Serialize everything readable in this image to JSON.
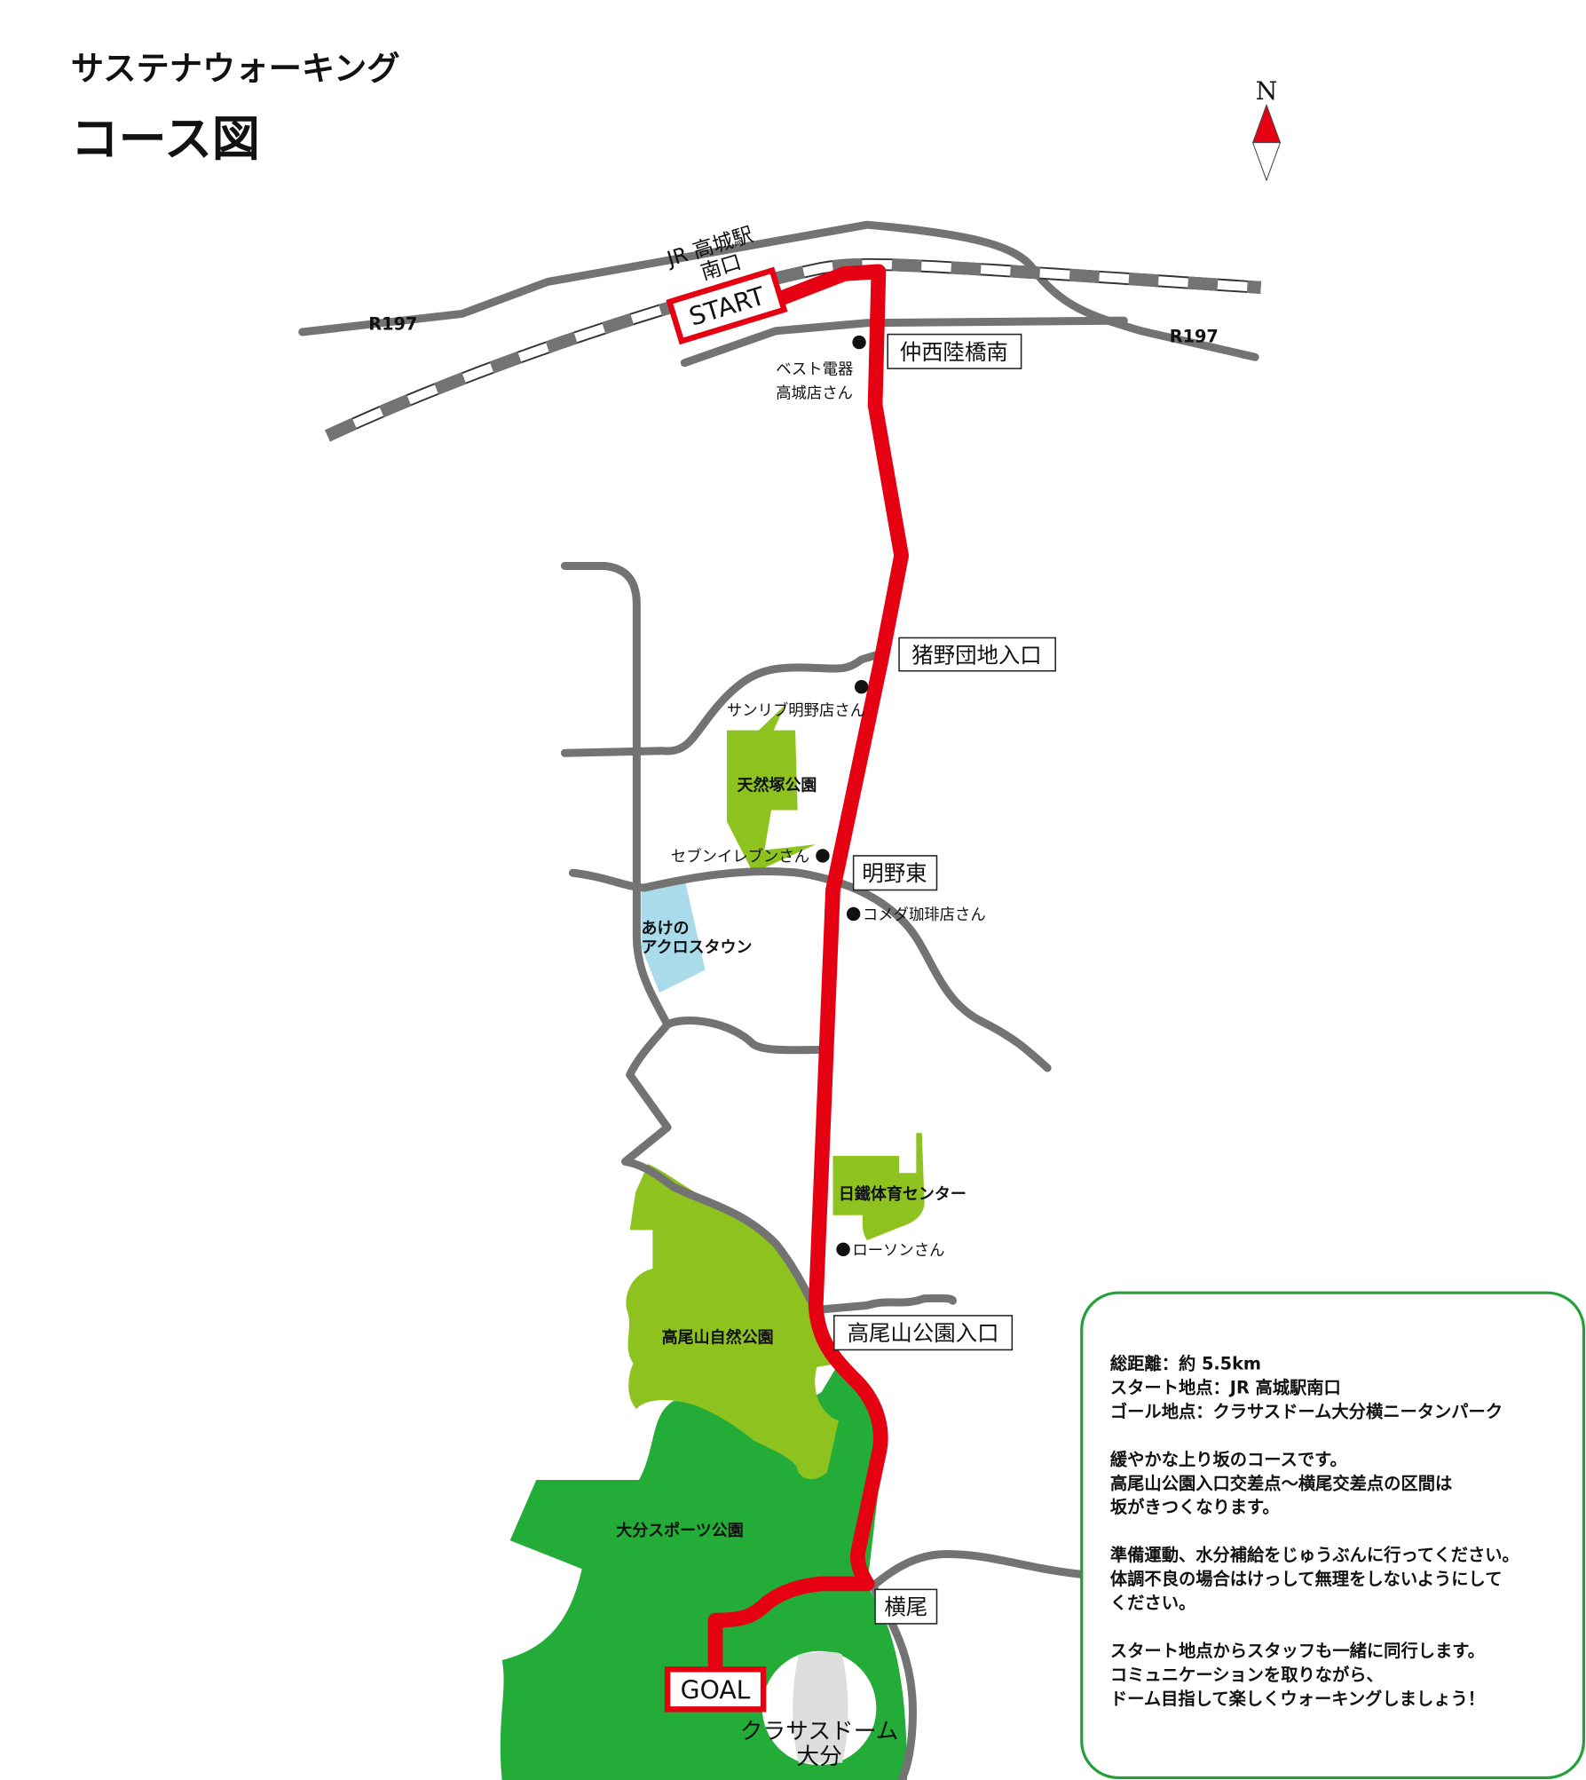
{
  "header": {
    "subtitle": "サステナウォーキング",
    "title": "コース図"
  },
  "compass": {
    "north": "N"
  },
  "colors": {
    "route": "#e50012",
    "road": "#737373",
    "park_light": "#8dc21f",
    "park_dark": "#23ac38",
    "town": "#a9dbeb",
    "info_border": "#23a03a"
  },
  "map": {
    "roads": {
      "r197_left": "R197",
      "r197_right": "R197"
    },
    "station": {
      "line1": "JR 高城駅",
      "line2": "南口"
    },
    "start": "START",
    "goal": "GOAL",
    "intersections": {
      "nakanishi": "仲西陸橋南",
      "inono": "猪野団地入口",
      "akenohigashi": "明野東",
      "takaoyama": "高尾山公園入口",
      "yokoo": "横尾"
    },
    "shops": {
      "best_line1": "ベスト電器",
      "best_line2": "高城店さん",
      "sunlive": "サンリブ明野店さん",
      "seven": "セブンイレブンさん",
      "komeda": "コメダ珈琲店さん",
      "lawson": "ローソンさん"
    },
    "areas": {
      "tenzenzuka": "天然塚公園",
      "acro_line1": "あけの",
      "acro_line2": "アクロスタウン",
      "nittetsu": "日鐵体育センター",
      "takaoyama_park": "高尾山自然公園",
      "sports_park": "大分スポーツ公園",
      "dome_line1": "クラサスドーム",
      "dome_line2": "大分"
    }
  },
  "info": {
    "lines": [
      "総距離：約 5.5km",
      "スタート地点：JR 高城駅南口",
      "ゴール地点：クラサスドーム大分横ニータンパーク",
      "緩やかな上り坂のコースです。",
      "高尾山公園入口交差点〜横尾交差点の区間は",
      "坂がきつくなります。",
      "準備運動、水分補給をじゅうぶんに行ってください。",
      "体調不良の場合はけっして無理をしないようにして",
      "ください。",
      "スタート地点からスタッフも一緒に同行します。",
      "コミュニケーションを取りながら、",
      "ドーム目指して楽しくウォーキングしましょう！"
    ]
  }
}
